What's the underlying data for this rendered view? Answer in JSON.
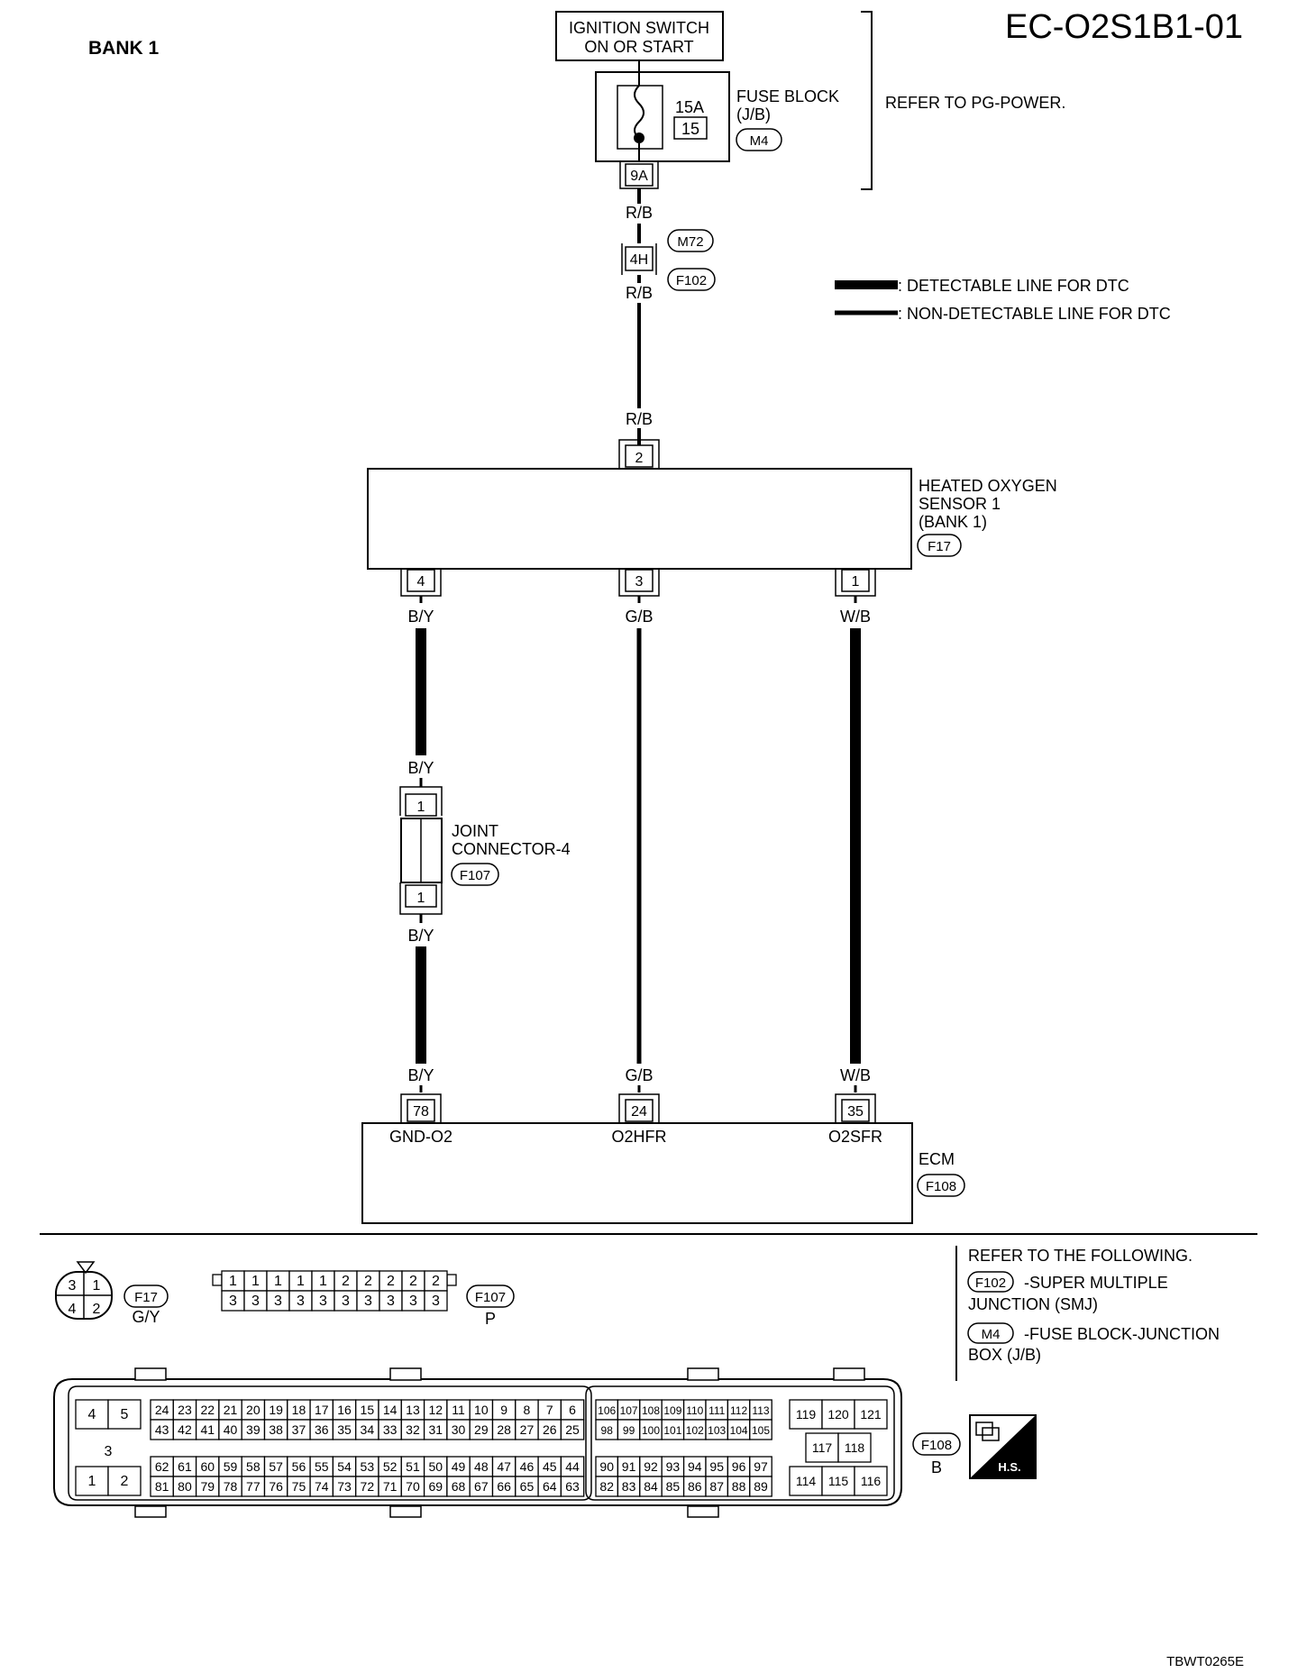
{
  "header": {
    "bank_label": "BANK 1",
    "diagram_code": "EC-O2S1B1-01",
    "footer_code": "TBWT0265E"
  },
  "ignition": {
    "line1": "IGNITION SWITCH",
    "line2": "ON OR START",
    "refer": "REFER TO PG-POWER."
  },
  "fuse_block": {
    "line1": "FUSE BLOCK",
    "line2": "(J/B)",
    "ref": "M4",
    "amp": "15A",
    "fuse_no": "15",
    "terminal": "9A"
  },
  "legend": {
    "detectable": ": DETECTABLE LINE FOR DTC",
    "non_detectable": ": NON-DETECTABLE LINE FOR DTC"
  },
  "wire_colors": {
    "rb1": "R/B",
    "rb2": "R/B",
    "rb3": "R/B",
    "by1": "B/Y",
    "by2": "B/Y",
    "by3": "B/Y",
    "by4": "B/Y",
    "gb1": "G/B",
    "gb2": "G/B",
    "wb1": "W/B",
    "wb2": "W/B"
  },
  "connector_4h": {
    "terminal": "4H",
    "ref_top": "M72",
    "ref_bottom": "F102"
  },
  "sensor": {
    "line1": "HEATED OXYGEN",
    "line2": "SENSOR 1",
    "line3": "(BANK 1)",
    "ref": "F17",
    "pin_top": "2",
    "pin_a": "4",
    "pin_b": "3",
    "pin_c": "1"
  },
  "joint": {
    "line1": "JOINT",
    "line2": "CONNECTOR-4",
    "ref": "F107",
    "pin_top": "1",
    "pin_bottom": "1"
  },
  "ecm": {
    "label": "ECM",
    "ref": "F108",
    "pin_a": "78",
    "pin_b": "24",
    "pin_c": "35",
    "sig_a": "GND-O2",
    "sig_b": "O2HFR",
    "sig_c": "O2SFR"
  },
  "refer_box": {
    "title": "REFER TO THE FOLLOWING.",
    "item1_ref": "F102",
    "item1_line1": "-SUPER MULTIPLE",
    "item1_line2": "JUNCTION (SMJ)",
    "item2_ref": "M4",
    "item2_line1": "-FUSE BLOCK-JUNCTION",
    "item2_line2": "BOX (J/B)"
  },
  "connector_f17": {
    "ref": "F17",
    "color": "G/Y",
    "pins": [
      "3",
      "1",
      "4",
      "2"
    ]
  },
  "connector_f107": {
    "ref": "F107",
    "color": "P",
    "top_row": [
      "1",
      "1",
      "1",
      "1",
      "1",
      "2",
      "2",
      "2",
      "2",
      "2"
    ],
    "bottom_row": [
      "3",
      "3",
      "3",
      "3",
      "3",
      "3",
      "3",
      "3",
      "3",
      "3"
    ]
  },
  "connector_f108": {
    "ref": "F108",
    "color": "B",
    "left_block": [
      "4",
      "5",
      "3",
      "1",
      "2"
    ],
    "row1": [
      "24",
      "23",
      "22",
      "21",
      "20",
      "19",
      "18",
      "17",
      "16",
      "15",
      "14",
      "13",
      "12",
      "11",
      "10",
      "9",
      "8",
      "7",
      "6"
    ],
    "row2": [
      "43",
      "42",
      "41",
      "40",
      "39",
      "38",
      "37",
      "36",
      "35",
      "34",
      "33",
      "32",
      "31",
      "30",
      "29",
      "28",
      "27",
      "26",
      "25"
    ],
    "row3": [
      "62",
      "61",
      "60",
      "59",
      "58",
      "57",
      "56",
      "55",
      "54",
      "53",
      "52",
      "51",
      "50",
      "49",
      "48",
      "47",
      "46",
      "45",
      "44"
    ],
    "row4": [
      "81",
      "80",
      "79",
      "78",
      "77",
      "76",
      "75",
      "74",
      "73",
      "72",
      "71",
      "70",
      "69",
      "68",
      "67",
      "66",
      "65",
      "64",
      "63"
    ],
    "mid_row1": [
      "106",
      "107",
      "108",
      "109",
      "110",
      "111",
      "112",
      "113"
    ],
    "mid_row2": [
      "98",
      "99",
      "100",
      "101",
      "102",
      "103",
      "104",
      "105"
    ],
    "mid_row3": [
      "90",
      "91",
      "92",
      "93",
      "94",
      "95",
      "96",
      "97"
    ],
    "mid_row4": [
      "82",
      "83",
      "84",
      "85",
      "86",
      "87",
      "88",
      "89"
    ],
    "right_top": [
      "119",
      "120",
      "121"
    ],
    "right_mid": [
      "117",
      "118"
    ],
    "right_bottom": [
      "114",
      "115",
      "116"
    ],
    "hs_label": "H.S."
  }
}
